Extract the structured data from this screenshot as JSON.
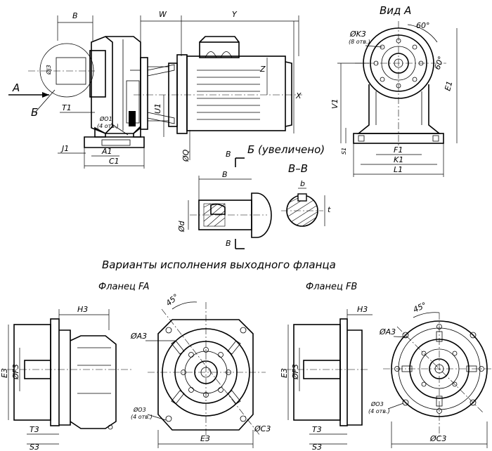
{
  "captions": {
    "view_a": "Вид А",
    "section_b_enlarged": "Б (увеличено)",
    "section_vv": "В–В",
    "variants_title": "Варианты исполнения выходного фланца",
    "flange_fa": "Фланец FA",
    "flange_fb": "Фланец FB"
  },
  "main_view": {
    "labels": {
      "B": "B",
      "W": "W",
      "Y": "Y",
      "Z": "Z",
      "X": "X",
      "A": "A",
      "Bsym": "Б",
      "dJ3": "ØJ3",
      "T1": "T1",
      "dO1": "ØO1",
      "dO1_note": "(4 отв.)",
      "U1": "U1",
      "dQ": "ØQ",
      "J1": "J1",
      "A1": "A1",
      "C1": "C1"
    }
  },
  "view_a": {
    "labels": {
      "dK3": "ØK3",
      "dK3_note": "(8 отв.)",
      "angle60": "60°",
      "angle60b": "60°",
      "E1": "E1",
      "V1": "V1",
      "S1": "S1",
      "F1": "F1",
      "K1": "K1",
      "L1": "L1"
    }
  },
  "detail_b": {
    "labels": {
      "B_top": "B",
      "B_mid": "B",
      "B_bot": "B",
      "dd": "Ød"
    }
  },
  "section_vv": {
    "labels": {
      "b": "b",
      "t": "t"
    }
  },
  "flange_fa": {
    "labels": {
      "H3": "H3",
      "E3": "E3",
      "dF3": "ØF3",
      "T3": "T3",
      "S3": "S3",
      "dA3": "ØA3",
      "dO3": "ØO3",
      "dO3_note": "(4 отв.)",
      "dC3": "ØC3",
      "E3b": "E3",
      "angle45": "45°"
    }
  },
  "flange_fb": {
    "labels": {
      "H3": "H3",
      "E3": "E3",
      "dF3": "ØF3",
      "T3": "T3",
      "S3": "S3",
      "dA3": "ØA3",
      "dO3": "ØO3",
      "dO3_note": "(4 отв.)",
      "dC3": "ØC3",
      "angle45": "45°"
    }
  }
}
